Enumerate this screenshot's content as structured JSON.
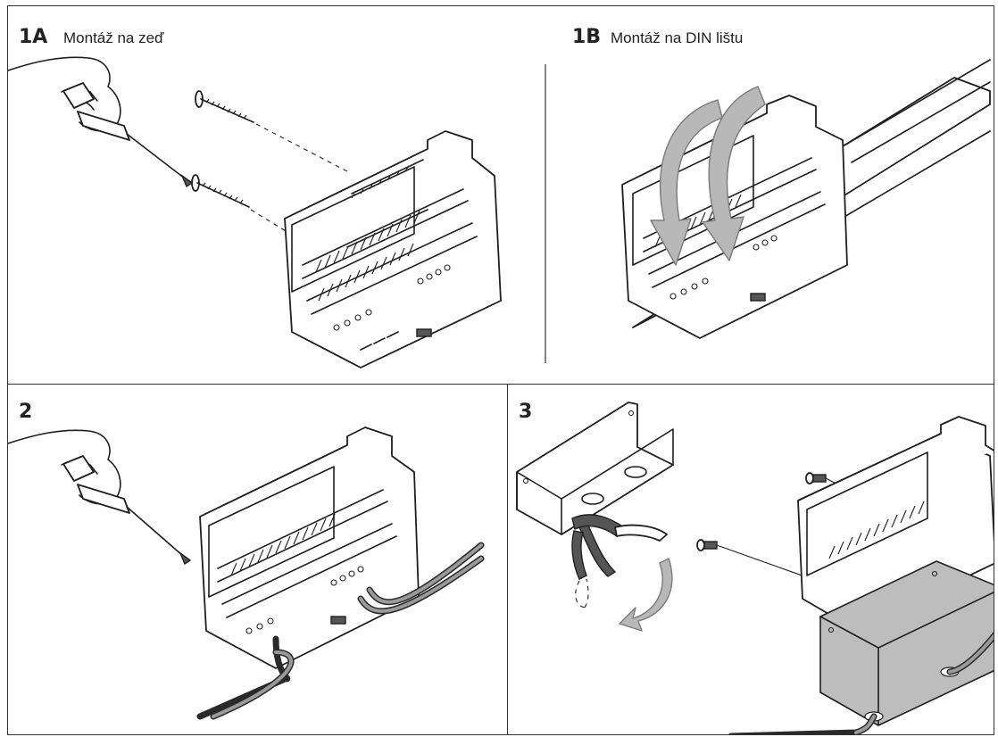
{
  "panels": [
    {
      "id": "1A",
      "number": "1A",
      "title": "Montáž na zeď"
    },
    {
      "id": "1B",
      "number": "1B",
      "title": "Montáž na DIN lištu"
    },
    {
      "id": "2",
      "number": "2",
      "title": ""
    },
    {
      "id": "3",
      "number": "3",
      "title": ""
    }
  ],
  "colors": {
    "line": "#1f1f1f",
    "cover_grey": "#bdbdbd",
    "arrow_grey": "#b8b8b8"
  },
  "icons": [
    "hand-screwdriver-icon",
    "screw-icon",
    "din-rail-icon",
    "rotate-arrow-icon",
    "cable-icon",
    "pliers-icon",
    "cover-plate-icon"
  ]
}
